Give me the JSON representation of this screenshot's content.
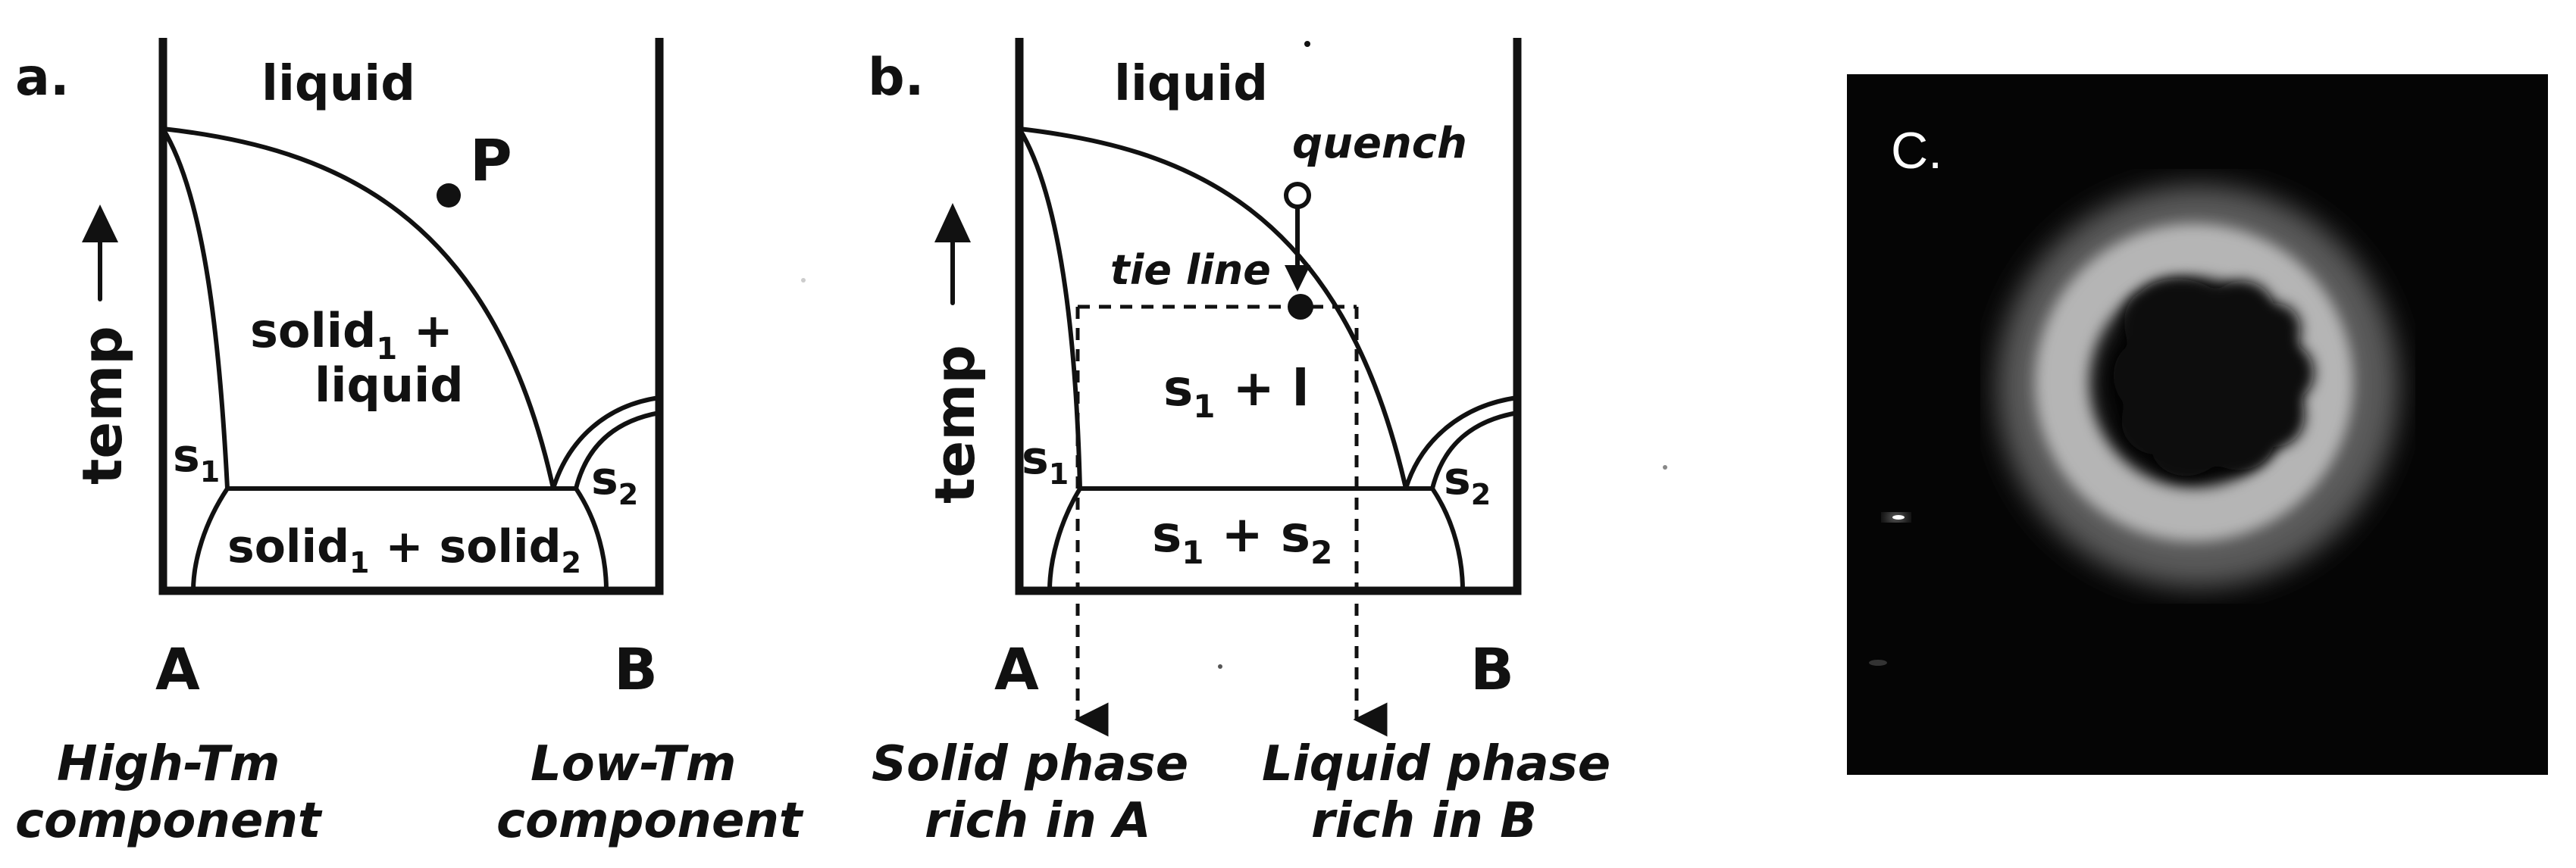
{
  "panel_a": {
    "label": "a.",
    "axis_label": "temp",
    "region_liquid": "liquid",
    "point_label": "P",
    "region_solid_liquid_1": "solid",
    "region_solid_liquid_sub": "1",
    "region_solid_liquid_2": " +",
    "region_solid_liquid_3": "liquid",
    "region_s1": "s",
    "region_s1_sub": "1",
    "region_s2": "s",
    "region_s2_sub": "2",
    "region_solid_solid_1": "solid",
    "region_solid_solid_sub1": "1",
    "region_solid_solid_2": " + solid",
    "region_solid_solid_sub2": "2",
    "component_a": "A",
    "component_b": "B",
    "caption_a_line1": "High-Tm",
    "caption_a_line2": "component",
    "caption_b_line1": "Low-Tm",
    "caption_b_line2": "component"
  },
  "panel_b": {
    "label": "b.",
    "axis_label": "temp",
    "region_liquid": "liquid",
    "quench_label": "quench",
    "tie_line_label": "tie line",
    "region_s1l_1": "s",
    "region_s1l_sub": "1",
    "region_s1l_2": " + l",
    "region_s1s2_1": "s",
    "region_s1s2_sub1": "1",
    "region_s1s2_2": " + s",
    "region_s1s2_sub2": "2",
    "region_s1": "s",
    "region_s1_sub": "1",
    "region_s2": "s",
    "region_s2_sub": "2",
    "component_a": "A",
    "component_b": "B",
    "caption_a_line1": "Solid phase",
    "caption_a_line2": "rich in A",
    "caption_b_line1": "Liquid phase",
    "caption_b_line2": "rich in B"
  },
  "panel_c": {
    "label": "C."
  },
  "colors": {
    "ink": "#111111",
    "photo_background": "#050505",
    "glow": "#cfcfcf"
  }
}
